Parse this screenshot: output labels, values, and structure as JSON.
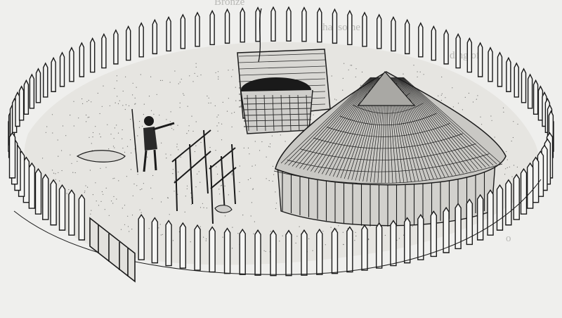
{
  "figure": {
    "subject": "Iron Age enclosed farmstead: circular wooden palisade around a yard containing a large thatched roundhouse, a wattle-walled granary, drying racks, a figure with a spear and animals",
    "ink_color": "#1a1a1a",
    "paper_color": "#efefed",
    "bleed_text_color": "#b9b9b6"
  },
  "bleed_text": {
    "line_top": "Bronze",
    "line_mid1": "that some",
    "line_mid2": "ding of",
    "line_right": "o",
    "line_bottom": ""
  }
}
